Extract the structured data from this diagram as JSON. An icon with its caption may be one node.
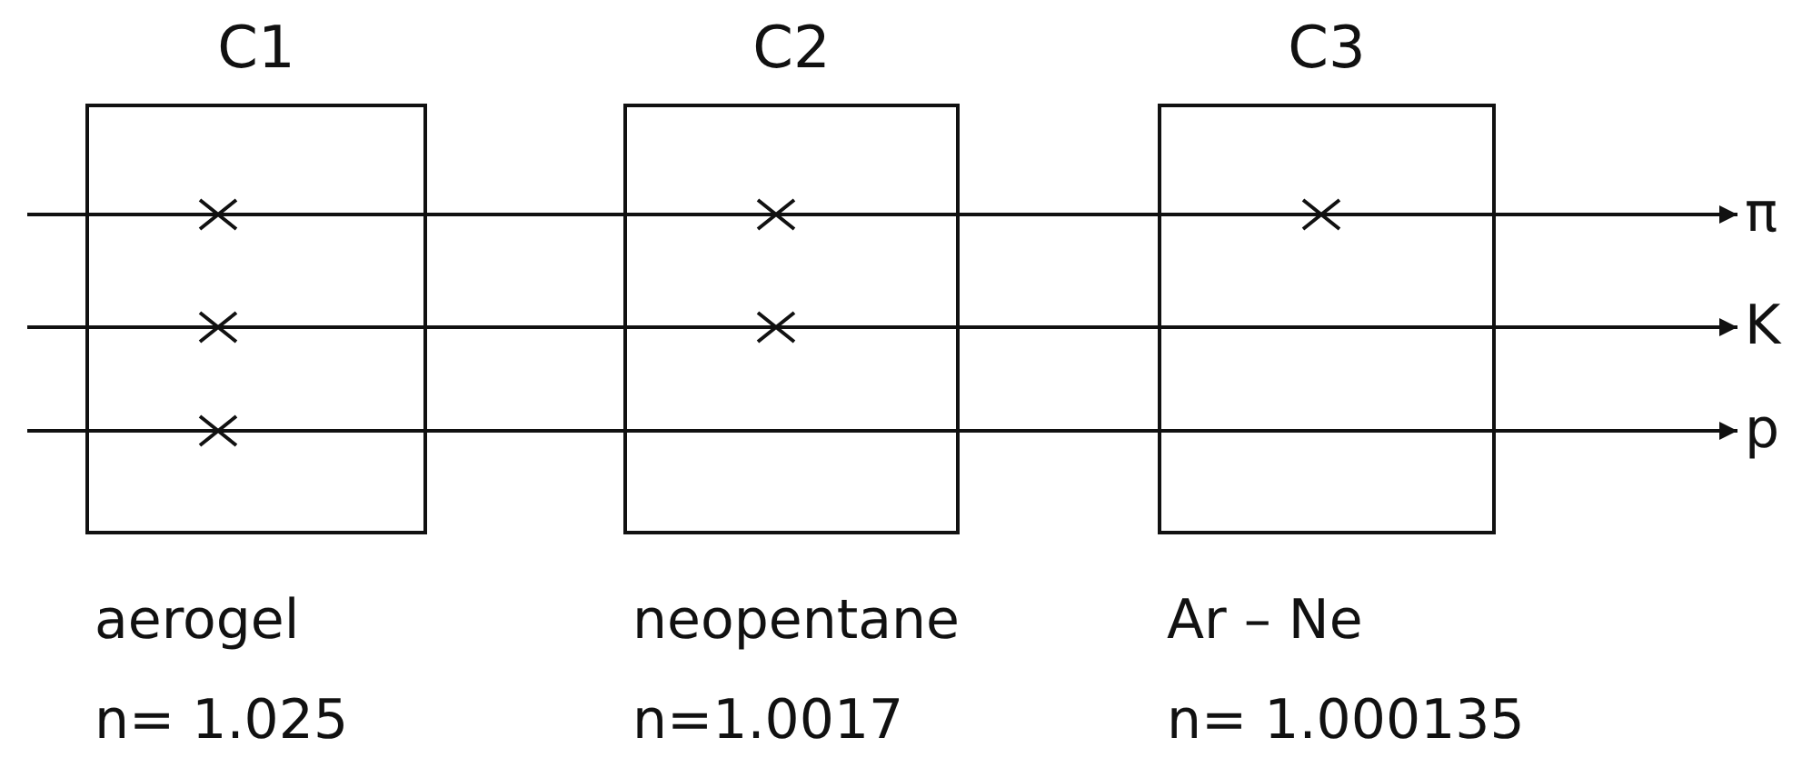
{
  "diagram": {
    "nodes": [
      {
        "text": [
          "C1"
        ],
        "beside": [
          "aerogel",
          "n= 1.025"
        ]
      },
      {
        "text": [
          "C2"
        ],
        "beside": [
          "neopentane",
          "n=1.0017"
        ]
      },
      {
        "text": [
          "C3"
        ],
        "beside": [
          "Ar – Ne",
          "n= 1.000135"
        ]
      },
      {
        "text": [
          "π"
        ]
      },
      {
        "text": [
          "K"
        ]
      },
      {
        "text": [
          "p"
        ]
      }
    ],
    "edges": [
      {
        "from": null,
        "to": 3,
        "arrow": "to"
      },
      {
        "from": null,
        "to": 4,
        "arrow": "to"
      },
      {
        "from": null,
        "to": 5,
        "arrow": "to"
      }
    ]
  }
}
